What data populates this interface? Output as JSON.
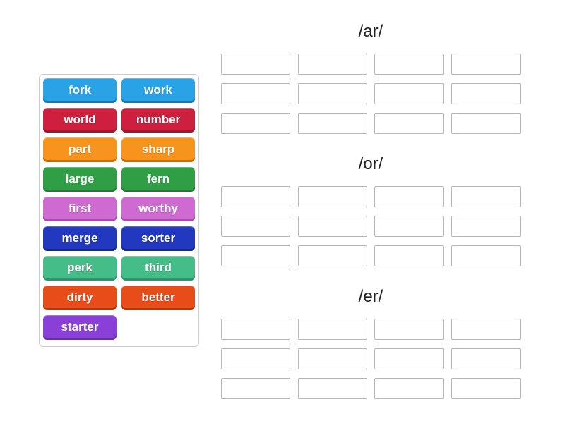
{
  "page": {
    "background": "#ffffff",
    "title_color": "#222222"
  },
  "word_bank": {
    "border_color": "#cccccc",
    "tiles": [
      {
        "label": "fork",
        "color": "#2aa2e6",
        "edge": "#1579b5"
      },
      {
        "label": "work",
        "color": "#2aa2e6",
        "edge": "#1579b5"
      },
      {
        "label": "world",
        "color": "#ce1f3e",
        "edge": "#9e1730"
      },
      {
        "label": "number",
        "color": "#ce1f3e",
        "edge": "#9e1730"
      },
      {
        "label": "part",
        "color": "#f7941d",
        "edge": "#c06f0e"
      },
      {
        "label": "sharp",
        "color": "#f7941d",
        "edge": "#c06f0e"
      },
      {
        "label": "large",
        "color": "#2f9e44",
        "edge": "#1e7a33"
      },
      {
        "label": "fern",
        "color": "#2f9e44",
        "edge": "#1e7a33"
      },
      {
        "label": "first",
        "color": "#cf6ad2",
        "edge": "#a94bb0"
      },
      {
        "label": "worthy",
        "color": "#cf6ad2",
        "edge": "#a94bb0"
      },
      {
        "label": "merge",
        "color": "#2138bf",
        "edge": "#162a8e"
      },
      {
        "label": "sorter",
        "color": "#2138bf",
        "edge": "#162a8e"
      },
      {
        "label": "perk",
        "color": "#44bd88",
        "edge": "#2f9468"
      },
      {
        "label": "third",
        "color": "#44bd88",
        "edge": "#2f9468"
      },
      {
        "label": "dirty",
        "color": "#e84c18",
        "edge": "#b53a10"
      },
      {
        "label": "better",
        "color": "#e84c18",
        "edge": "#b53a10"
      },
      {
        "label": "starter",
        "color": "#8a40d8",
        "edge": "#6a2cab"
      }
    ]
  },
  "groups": [
    {
      "label": "/ar/",
      "slots": 12
    },
    {
      "label": "/or/",
      "slots": 12
    },
    {
      "label": "/er/",
      "slots": 12
    }
  ],
  "slot_style": {
    "border_color": "#b6b6b6"
  }
}
